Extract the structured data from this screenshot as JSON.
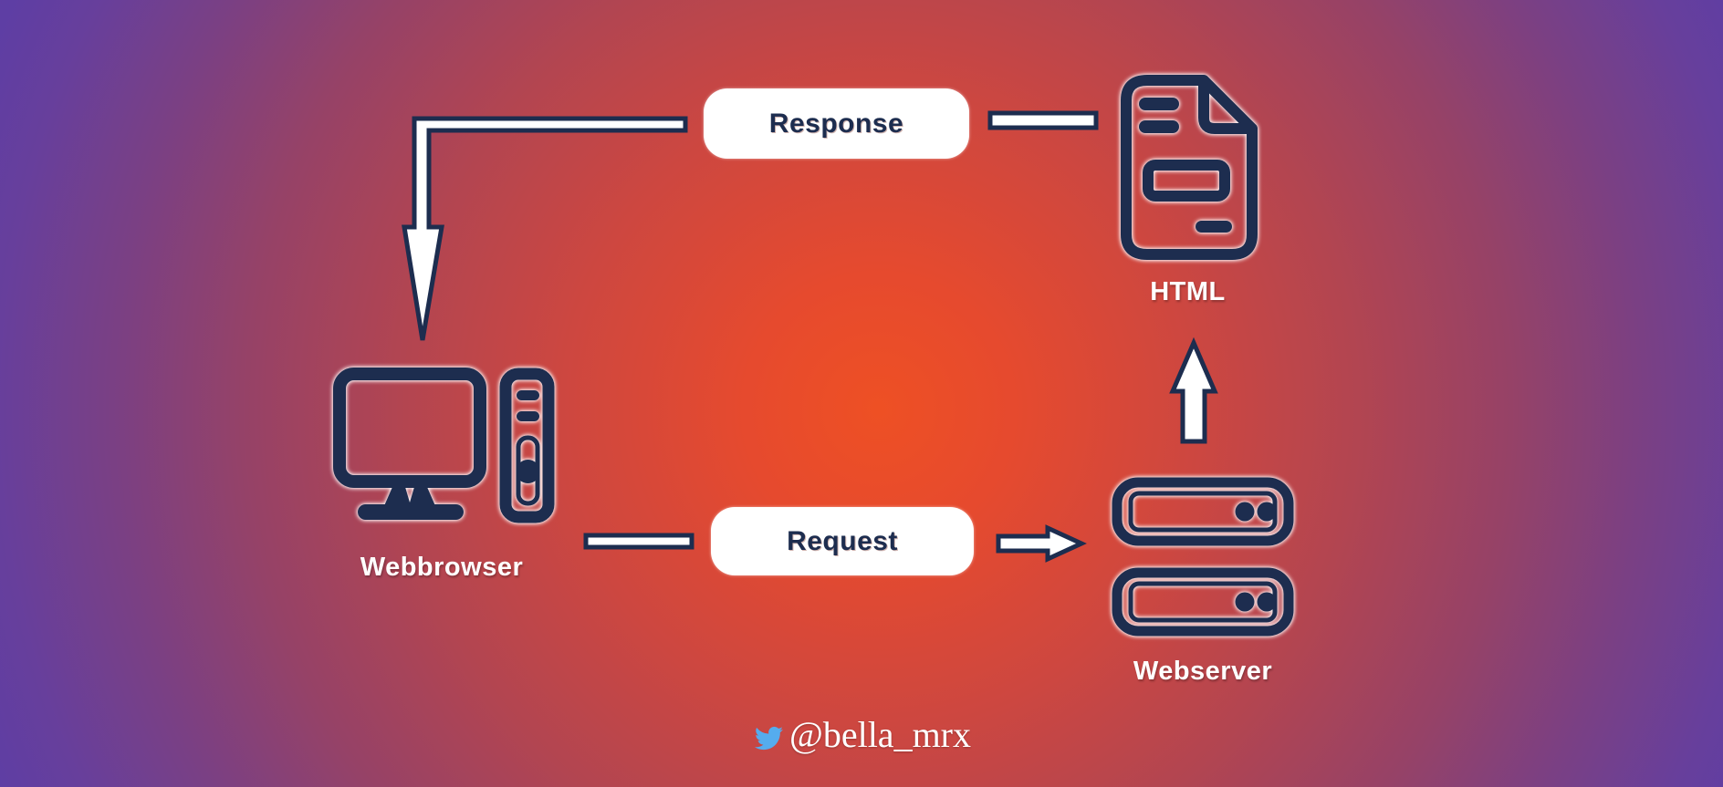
{
  "diagram": {
    "title": "web request-response cycle",
    "nodes": {
      "webbrowser": {
        "label": "Webbrowser",
        "icon": "computer-icon"
      },
      "webserver": {
        "label": "Webserver",
        "icon": "server-rack-icon"
      },
      "html_file": {
        "label": "HTML",
        "icon": "html-file-icon"
      }
    },
    "messages": {
      "response": "Response",
      "request": "Request"
    },
    "connectors": [
      "response-to-browser-elbow-arrow",
      "html-to-response-connector-bar",
      "browser-to-request-connector-bar",
      "request-to-server-arrow",
      "server-to-html-up-arrow"
    ]
  },
  "footer": {
    "icon": "twitter-bird-icon",
    "handle": "@bella_mrx"
  },
  "colors": {
    "navy": "#1d2d4f",
    "white": "#ffffff",
    "twitter_blue": "#55acee",
    "bg_center_orange": "#ee5024",
    "bg_mid_crimson": "#b24551",
    "bg_edge_purple": "#5e3ea4"
  }
}
